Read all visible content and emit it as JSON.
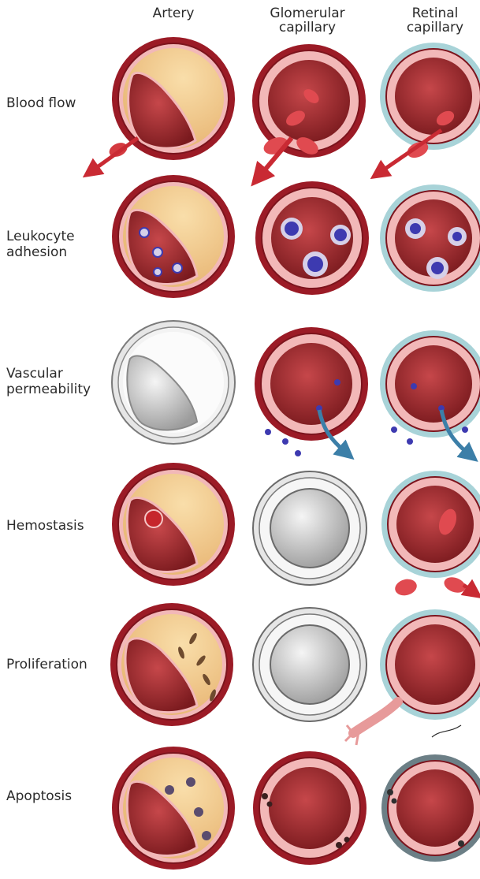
{
  "columns": [
    {
      "lines": [
        "Artery"
      ]
    },
    {
      "lines": [
        "Glomerular",
        "capillary"
      ]
    },
    {
      "lines": [
        "Retinal",
        "capillary"
      ]
    }
  ],
  "rows": [
    {
      "lines": [
        "Blood flow"
      ]
    },
    {
      "lines": [
        "Leukocyte",
        "adhesion"
      ]
    },
    {
      "lines": [
        "Vascular",
        "permeability"
      ]
    },
    {
      "lines": [
        "Hemostasis"
      ]
    },
    {
      "lines": [
        "Proliferation"
      ]
    },
    {
      "lines": [
        "Apoptosis"
      ]
    }
  ],
  "colors": {
    "vessel_wall": "#9b1b26",
    "lumen": "#a02a2d",
    "endothelium": "#f2b8b8",
    "plaque": "#f3cf8f",
    "pericyte": "#a8d3d8",
    "leukocyte": "#3d3ab0",
    "highlight_off": "#d8d8d8",
    "arrow_blood": "#c92a33",
    "arrow_fluid": "#3c7fa8"
  }
}
